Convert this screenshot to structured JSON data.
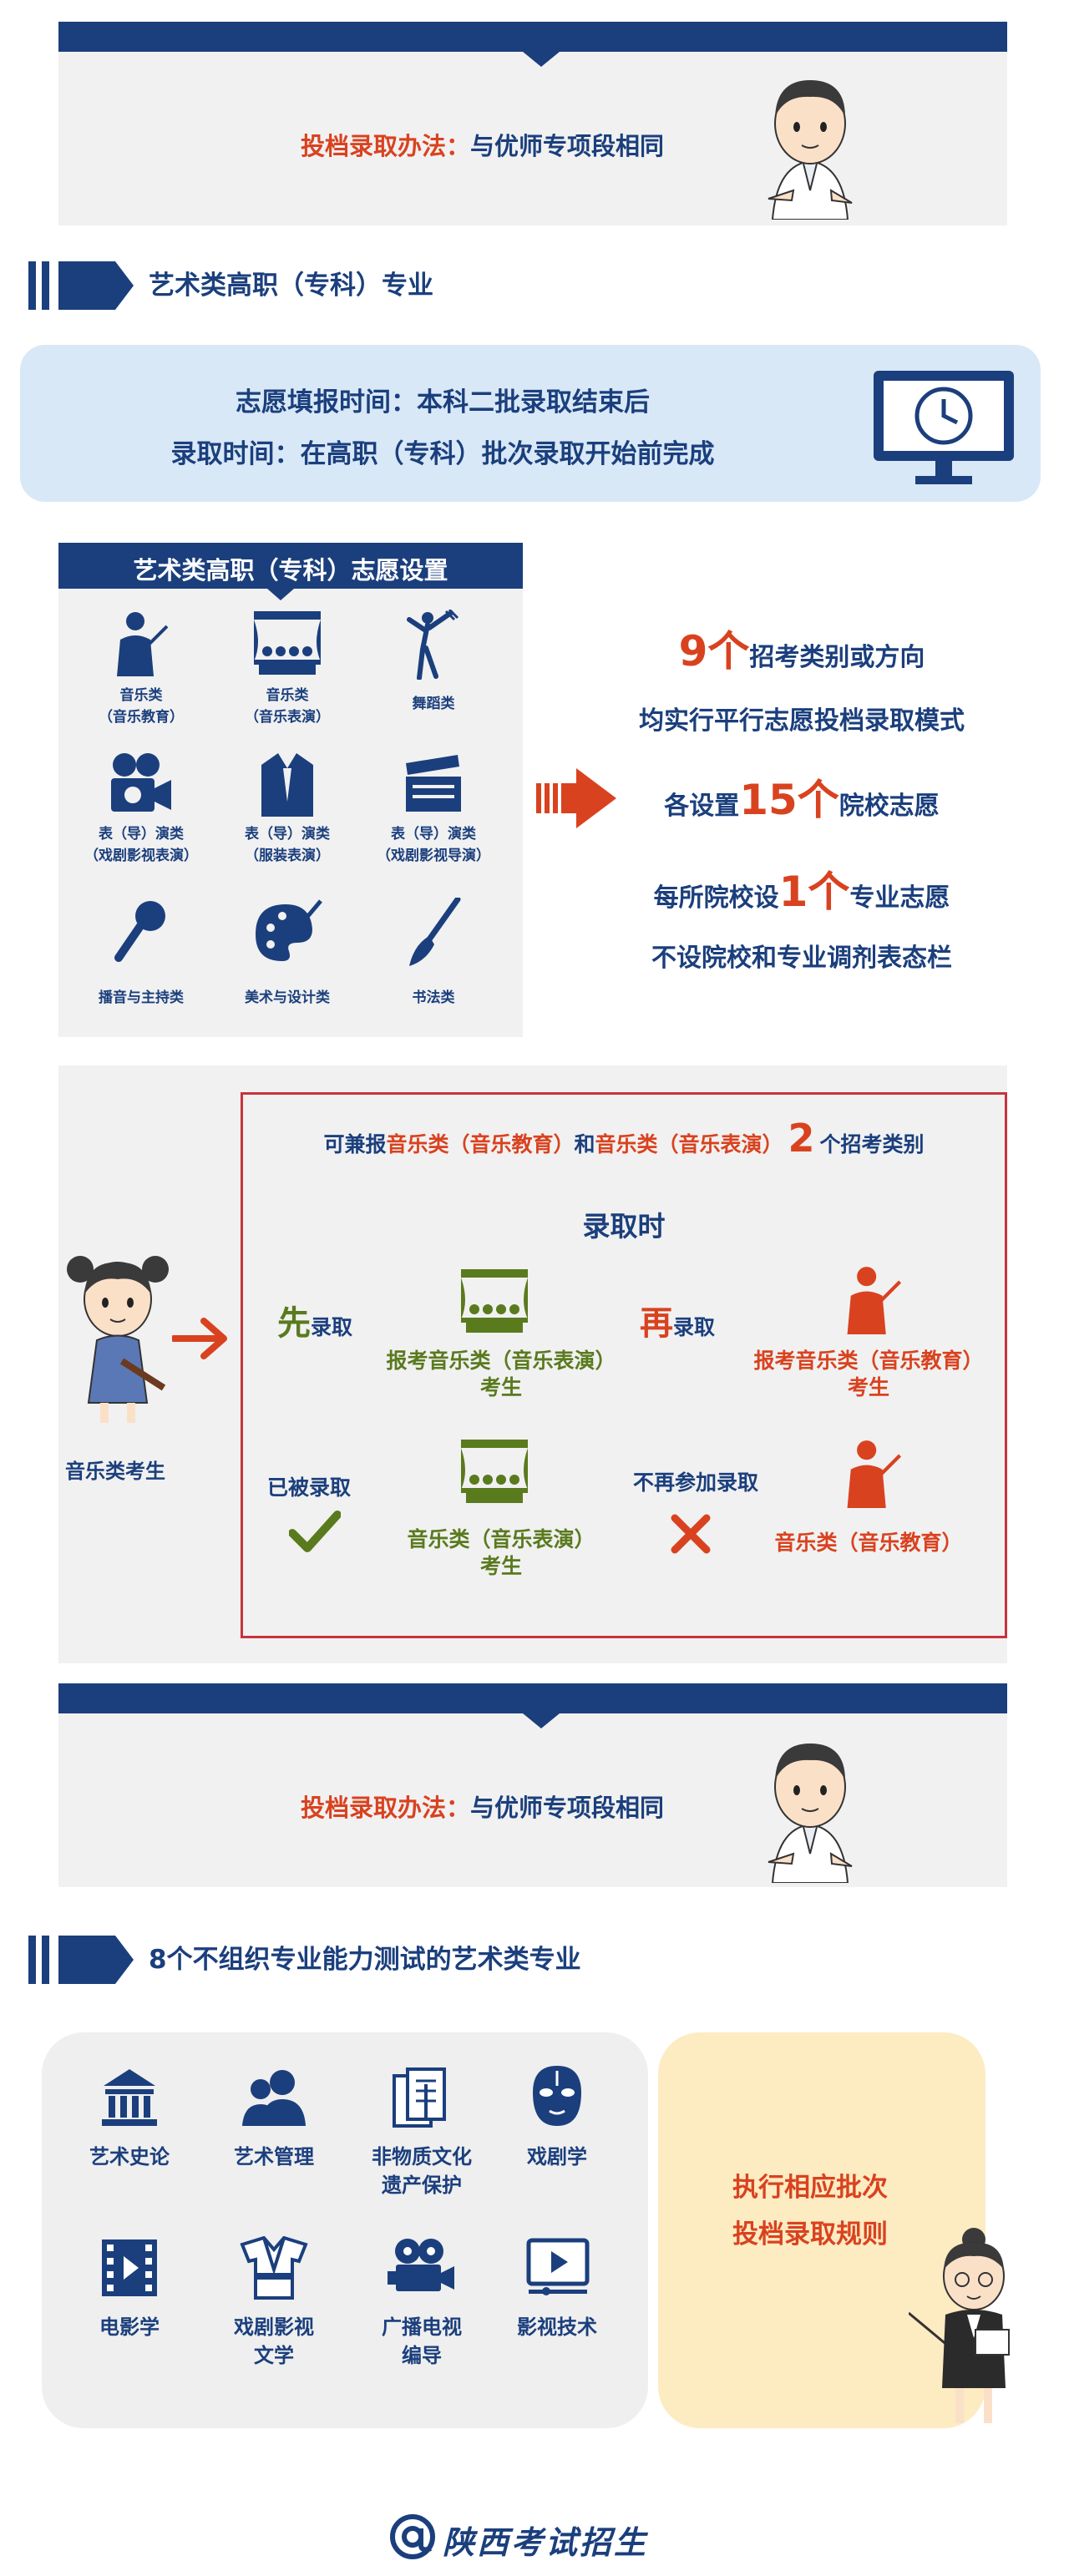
{
  "colors": {
    "navy": "#1b3f7d",
    "red": "#d9421f",
    "green": "#5a7a1e",
    "panel": "#f1f1f1",
    "lightblue": "#d8e8f7",
    "cream": "#fdebc2"
  },
  "block1": {
    "label": "投档录取办法：",
    "text": "与优师专项段相同"
  },
  "section1": {
    "title": "艺术类高职（专科）专业"
  },
  "timebox": {
    "line1": "志愿填报时间：本科二批录取结束后",
    "line2": "录取时间：在高职（专科）批次录取开始前完成",
    "icon": "clock-monitor-icon"
  },
  "settings": {
    "title": "艺术类高职（专科）志愿设置",
    "items": [
      {
        "line1": "音乐类",
        "line2": "（音乐教育）",
        "icon": "conductor-icon"
      },
      {
        "line1": "音乐类",
        "line2": "（音乐表演）",
        "icon": "stage-icon"
      },
      {
        "line1": "舞蹈类",
        "line2": "",
        "icon": "dancer-icon"
      },
      {
        "line1": "表（导）演类",
        "line2": "（戏剧影视表演）",
        "icon": "movie-camera-icon"
      },
      {
        "line1": "表（导）演类",
        "line2": "（服装表演）",
        "icon": "suit-icon"
      },
      {
        "line1": "表（导）演类",
        "line2": "（戏剧影视导演）",
        "icon": "clapper-icon"
      },
      {
        "line1": "播音与主持类",
        "line2": "",
        "icon": "microphone-icon"
      },
      {
        "line1": "美术与设计类",
        "line2": "",
        "icon": "palette-icon"
      },
      {
        "line1": "书法类",
        "line2": "",
        "icon": "brush-icon"
      }
    ],
    "facts": {
      "f1_num": "9个",
      "f1_text": "招考类别或方向",
      "f2": "均实行平行志愿投档录取模式",
      "f3_pre": "各设置",
      "f3_num": "15个",
      "f3_post": "院校志愿",
      "f4_pre": "每所院校设",
      "f4_num": "1个",
      "f4_post": "专业志愿",
      "f5": "不设院校和专业调剂表态栏"
    }
  },
  "music": {
    "student_label": "音乐类考生",
    "top_pre": "可兼报",
    "top_a": "音乐类（音乐教育）",
    "top_mid": "和",
    "top_b": "音乐类（音乐表演）",
    "top_num": "2",
    "top_post": "个招考类别",
    "when": "录取时",
    "first_big": "先",
    "first_small": "录取",
    "first_item1": "报考音乐类（音乐表演）",
    "first_item2": "考生",
    "then_big": "再",
    "then_small": "录取",
    "then_item1": "报考音乐类（音乐教育）",
    "then_item2": "考生",
    "admitted": "已被录取",
    "admitted_item1": "音乐类（音乐表演）",
    "admitted_item2": "考生",
    "no_more": "不再参加录取",
    "no_more_item": "音乐类（音乐教育）"
  },
  "block2": {
    "label": "投档录取办法：",
    "text": "与优师专项段相同"
  },
  "section2": {
    "title": "8个不组织专业能力测试的艺术类专业"
  },
  "majors": [
    {
      "line1": "艺术史论",
      "line2": "",
      "icon": "museum-icon"
    },
    {
      "line1": "艺术管理",
      "line2": "",
      "icon": "people-icon"
    },
    {
      "line1": "非物质文化",
      "line2": "遗产保护",
      "icon": "document-icon"
    },
    {
      "line1": "戏剧学",
      "line2": "",
      "icon": "opera-mask-icon"
    },
    {
      "line1": "电影学",
      "line2": "",
      "icon": "film-strip-icon"
    },
    {
      "line1": "戏剧影视",
      "line2": "文学",
      "icon": "costume-icon"
    },
    {
      "line1": "广播电视",
      "line2": "编导",
      "icon": "film-camera-icon"
    },
    {
      "line1": "影视技术",
      "line2": "",
      "icon": "play-screen-icon"
    }
  ],
  "rule": {
    "line1": "执行相应批次",
    "line2": "投档录取规则"
  },
  "footer": {
    "brand": "陕西考试招生"
  }
}
